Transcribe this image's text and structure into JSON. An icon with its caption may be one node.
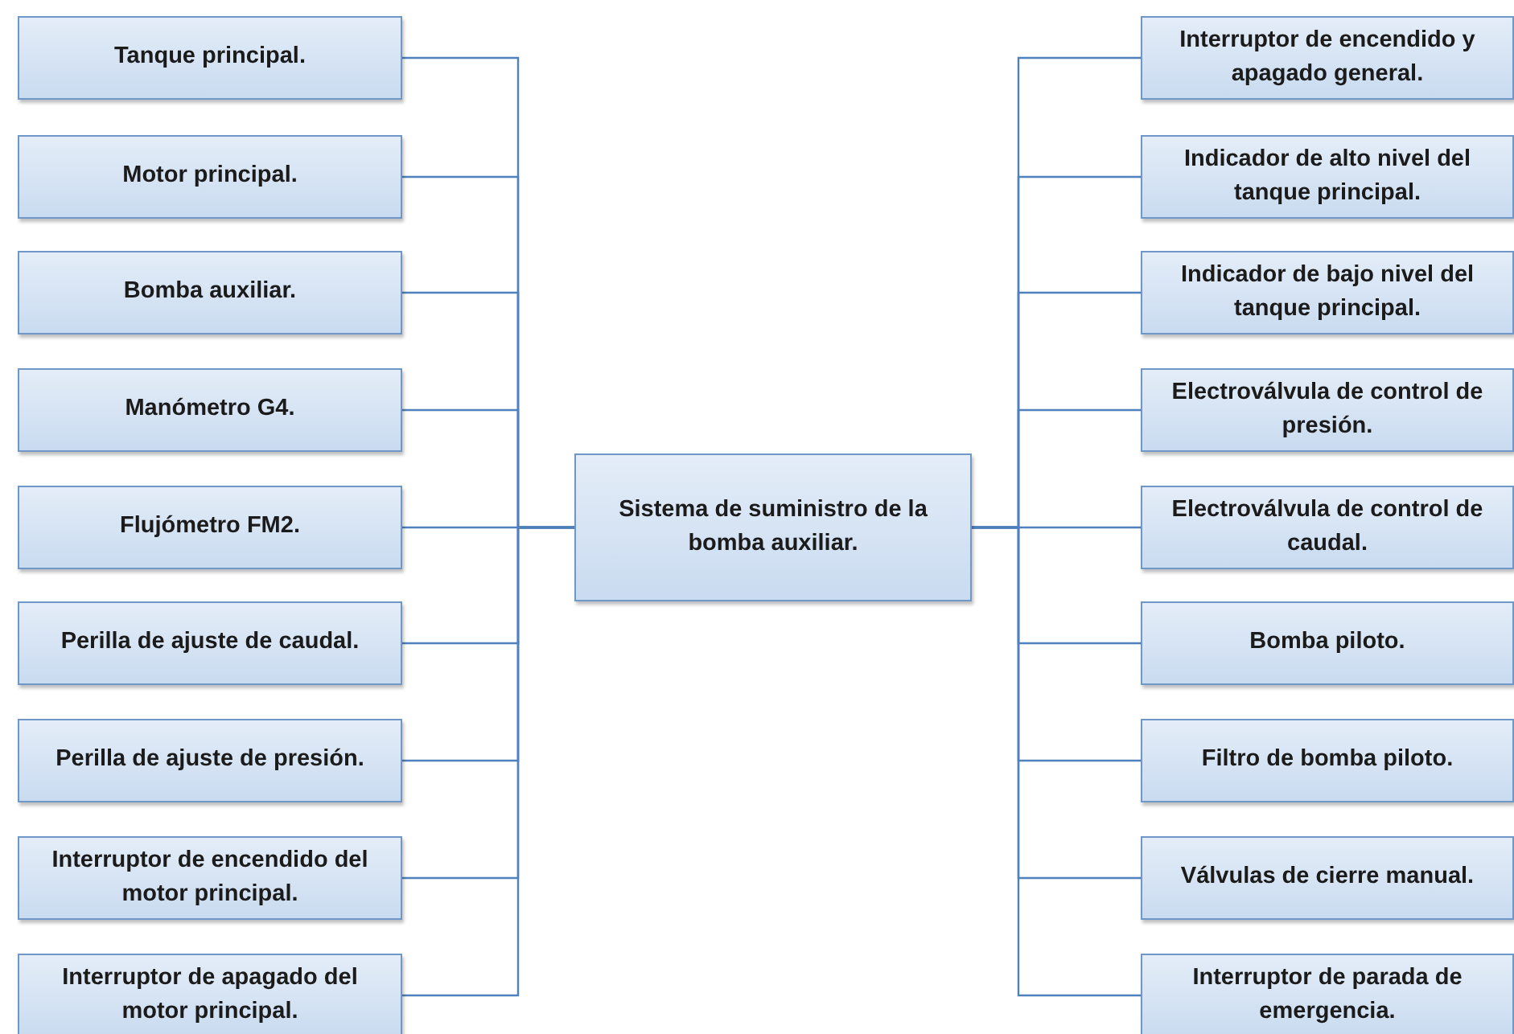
{
  "diagram": {
    "nodes": [
      {
        "text": [
          "Tanque principal."
        ]
      },
      {
        "text": [
          "Motor principal."
        ]
      },
      {
        "text": [
          "Bomba auxiliar."
        ]
      },
      {
        "text": [
          "Manómetro G4."
        ]
      },
      {
        "text": [
          "Flujómetro FM2."
        ]
      },
      {
        "text": [
          "Perilla de ajuste de caudal."
        ]
      },
      {
        "text": [
          "Perilla de ajuste de presión."
        ]
      },
      {
        "text": [
          "Interruptor de encendido del motor principal."
        ]
      },
      {
        "text": [
          "Interruptor de apagado del motor principal."
        ]
      },
      {
        "text": [
          "Sistema de suministro de la bomba auxiliar."
        ]
      },
      {
        "text": [
          "Interruptor de encendido y apagado general."
        ]
      },
      {
        "text": [
          "Indicador de alto nivel del tanque principal."
        ]
      },
      {
        "text": [
          "Indicador de bajo nivel del tanque principal."
        ]
      },
      {
        "text": [
          "Electroválvula de control de presión."
        ]
      },
      {
        "text": [
          "Electroválvula de control de caudal."
        ]
      },
      {
        "text": [
          "Bomba piloto."
        ]
      },
      {
        "text": [
          "Filtro de bomba piloto."
        ]
      },
      {
        "text": [
          "Válvulas de cierre manual."
        ]
      },
      {
        "text": [
          "Interruptor de parada de emergencia."
        ]
      }
    ],
    "edges": [
      {
        "from": 0,
        "to": 9,
        "arrow": "none"
      },
      {
        "from": 1,
        "to": 9,
        "arrow": "none"
      },
      {
        "from": 2,
        "to": 9,
        "arrow": "none"
      },
      {
        "from": 3,
        "to": 9,
        "arrow": "none"
      },
      {
        "from": 4,
        "to": 9,
        "arrow": "none"
      },
      {
        "from": 5,
        "to": 9,
        "arrow": "none"
      },
      {
        "from": 6,
        "to": 9,
        "arrow": "none"
      },
      {
        "from": 7,
        "to": 9,
        "arrow": "none"
      },
      {
        "from": 8,
        "to": 9,
        "arrow": "none"
      },
      {
        "from": 9,
        "to": 10,
        "arrow": "none"
      },
      {
        "from": 9,
        "to": 11,
        "arrow": "none"
      },
      {
        "from": 9,
        "to": 12,
        "arrow": "none"
      },
      {
        "from": 9,
        "to": 13,
        "arrow": "none"
      },
      {
        "from": 9,
        "to": 14,
        "arrow": "none"
      },
      {
        "from": 9,
        "to": 15,
        "arrow": "none"
      },
      {
        "from": 9,
        "to": 16,
        "arrow": "none"
      },
      {
        "from": 9,
        "to": 17,
        "arrow": "none"
      },
      {
        "from": 9,
        "to": 18,
        "arrow": "none"
      }
    ]
  }
}
